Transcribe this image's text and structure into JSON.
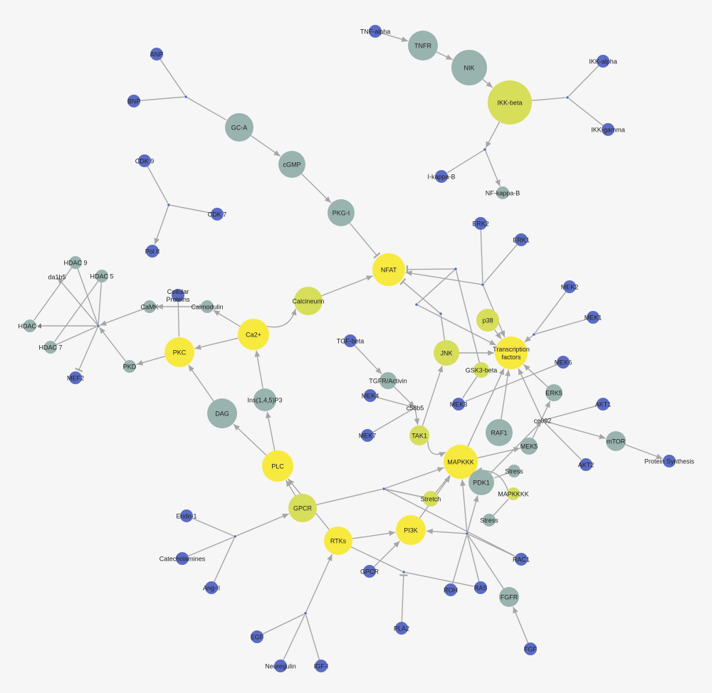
{
  "colors": {
    "background": "#f6f6f6",
    "edge": "#a6a6a6",
    "hub": "#5b6cb8",
    "blue": "#5b6cc4",
    "teal": "#99b3ae",
    "lime": "#d6de5a",
    "yellow": "#f7e93e"
  },
  "nodes": [
    {
      "id": "tnfalpha",
      "label": "TNF-alpha",
      "color": "blue"
    },
    {
      "id": "tnfr",
      "label": "TNFR",
      "color": "teal"
    },
    {
      "id": "nik",
      "label": "NIK",
      "color": "teal"
    },
    {
      "id": "ikkbeta",
      "label": "IKK-beta",
      "color": "lime"
    },
    {
      "id": "ikkalpha",
      "label": "IKK-alpha",
      "color": "blue"
    },
    {
      "id": "ikkgamma",
      "label": "IKK-gamma",
      "color": "blue"
    },
    {
      "id": "ikappab",
      "label": "I-kappa-B",
      "color": "blue"
    },
    {
      "id": "nfkappab",
      "label": "NF-kappa-B",
      "color": "teal"
    },
    {
      "id": "anp",
      "label": "ANP",
      "color": "blue"
    },
    {
      "id": "bnp",
      "label": "BNP",
      "color": "blue"
    },
    {
      "id": "gca",
      "label": "GC-A",
      "color": "teal"
    },
    {
      "id": "cgmp",
      "label": "cGMP",
      "color": "teal"
    },
    {
      "id": "pkgi",
      "label": "PKG-I",
      "color": "teal"
    },
    {
      "id": "cdk9",
      "label": "CDK 9",
      "color": "blue"
    },
    {
      "id": "cdk7",
      "label": "CDK 7",
      "color": "blue"
    },
    {
      "id": "polii",
      "label": "Pol II",
      "color": "blue"
    },
    {
      "id": "hdac9",
      "label": "HDAC 9",
      "color": "teal"
    },
    {
      "id": "hdac5",
      "label": "HDAC 5",
      "color": "teal"
    },
    {
      "id": "da1b5",
      "label": "da1b5",
      "color": "none"
    },
    {
      "id": "hdac4",
      "label": "HDAC 4",
      "color": "teal"
    },
    {
      "id": "hdac7",
      "label": "HDAC 7",
      "color": "teal"
    },
    {
      "id": "mef2",
      "label": "MEF2",
      "color": "blue"
    },
    {
      "id": "pkd",
      "label": "PKD",
      "color": "teal"
    },
    {
      "id": "camk",
      "label": "CaMK",
      "color": "teal"
    },
    {
      "id": "cellprot",
      "label": "Cellular\nProteins",
      "color": "blue"
    },
    {
      "id": "calmodulin",
      "label": "Calmodulin",
      "color": "teal"
    },
    {
      "id": "calcineurin",
      "label": "Calcineurin",
      "color": "lime"
    },
    {
      "id": "nfat",
      "label": "NFAT",
      "color": "yellow"
    },
    {
      "id": "ca2",
      "label": "Ca2+",
      "color": "yellow"
    },
    {
      "id": "pkc",
      "label": "PKC",
      "color": "yellow"
    },
    {
      "id": "dag",
      "label": "DAG",
      "color": "teal"
    },
    {
      "id": "ins",
      "label": "Ins(1,4,5)P3",
      "color": "teal"
    },
    {
      "id": "plc",
      "label": "PLC",
      "color": "yellow"
    },
    {
      "id": "gpcr",
      "label": "GPCR",
      "color": "lime"
    },
    {
      "id": "rtks",
      "label": "RTKs",
      "color": "yellow"
    },
    {
      "id": "endo1",
      "label": "Endo-1",
      "color": "blue"
    },
    {
      "id": "catechol",
      "label": "Catecholamines",
      "color": "blue"
    },
    {
      "id": "angii",
      "label": "Ang-II",
      "color": "blue"
    },
    {
      "id": "egf",
      "label": "EGF",
      "color": "blue"
    },
    {
      "id": "neureg",
      "label": "Neuregulin",
      "color": "blue"
    },
    {
      "id": "igf1",
      "label": "IGF-I",
      "color": "blue"
    },
    {
      "id": "tgfbeta",
      "label": "TGF-beta",
      "color": "blue"
    },
    {
      "id": "tgfr",
      "label": "TGFR/Activin",
      "color": "teal"
    },
    {
      "id": "mek4",
      "label": "MEK4",
      "color": "blue"
    },
    {
      "id": "mek7",
      "label": "MEK7",
      "color": "blue"
    },
    {
      "id": "c58b5",
      "label": "c58b5",
      "color": "none"
    },
    {
      "id": "tak1",
      "label": "TAK1",
      "color": "lime"
    },
    {
      "id": "jnk",
      "label": "JNK",
      "color": "lime"
    },
    {
      "id": "p38",
      "label": "p38",
      "color": "lime"
    },
    {
      "id": "erk2",
      "label": "ERK2",
      "color": "blue"
    },
    {
      "id": "erk1",
      "label": "ERK1",
      "color": "blue"
    },
    {
      "id": "mek2",
      "label": "MEK2",
      "color": "blue"
    },
    {
      "id": "mek1",
      "label": "MEK1",
      "color": "blue"
    },
    {
      "id": "tf",
      "label": "Transcription\nfactors",
      "color": "yellow"
    },
    {
      "id": "gsk3",
      "label": "GSK3-beta",
      "color": "lime"
    },
    {
      "id": "mek6",
      "label": "MEK6",
      "color": "blue"
    },
    {
      "id": "mek3",
      "label": "MEK3",
      "color": "blue"
    },
    {
      "id": "erk5",
      "label": "ERK5",
      "color": "teal"
    },
    {
      "id": "ce092",
      "label": "ce092",
      "color": "none"
    },
    {
      "id": "akt1",
      "label": "AKT1",
      "color": "blue"
    },
    {
      "id": "akt2",
      "label": "AKT2",
      "color": "blue"
    },
    {
      "id": "mtor",
      "label": "mTOR",
      "color": "teal"
    },
    {
      "id": "protsyn",
      "label": "Protein Synthesis",
      "color": "blue"
    },
    {
      "id": "raf1",
      "label": "RAF1",
      "color": "teal"
    },
    {
      "id": "mek5",
      "label": "MEK5",
      "color": "teal"
    },
    {
      "id": "mapkkk",
      "label": "MAPKKK",
      "color": "yellow"
    },
    {
      "id": "pdk1",
      "label": "PDK1",
      "color": "teal"
    },
    {
      "id": "stress1",
      "label": "Stress",
      "color": "teal"
    },
    {
      "id": "mapkkkk",
      "label": "MAPKKKK",
      "color": "lime"
    },
    {
      "id": "stress2",
      "label": "Stress",
      "color": "teal"
    },
    {
      "id": "stretch",
      "label": "Stretch",
      "color": "lime"
    },
    {
      "id": "pi3k",
      "label": "PI3K",
      "color": "yellow"
    },
    {
      "id": "gpcr2",
      "label": "GPCR",
      "color": "blue"
    },
    {
      "id": "pla2",
      "label": "PLA2",
      "color": "blue"
    },
    {
      "id": "roh",
      "label": "ROH",
      "color": "blue"
    },
    {
      "id": "ras",
      "label": "RAS",
      "color": "blue"
    },
    {
      "id": "rac1",
      "label": "RAC1",
      "color": "blue"
    },
    {
      "id": "fgfr",
      "label": "FGFR",
      "color": "teal"
    },
    {
      "id": "fgf",
      "label": "FGF",
      "color": "blue"
    }
  ]
}
